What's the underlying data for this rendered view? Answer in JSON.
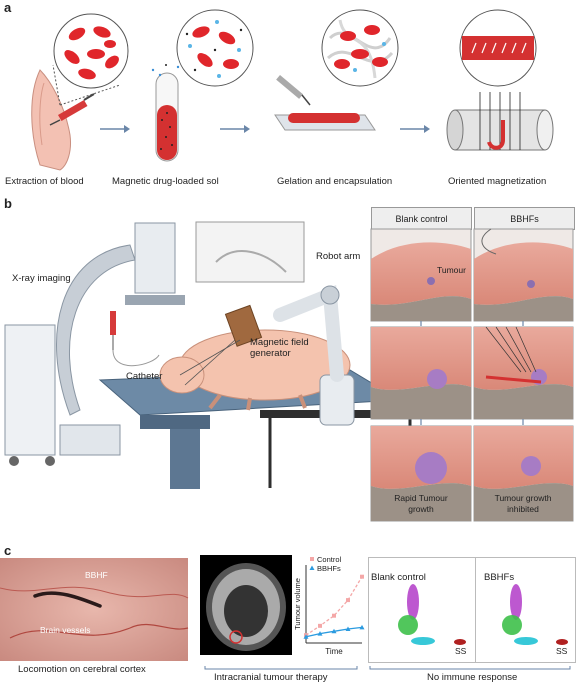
{
  "panel_a": {
    "letter": "a",
    "steps": [
      {
        "label": "Extraction of blood"
      },
      {
        "label": "Magnetic drug-loaded sol"
      },
      {
        "label": "Gelation and encapsulation"
      },
      {
        "label": "Oriented magnetization"
      }
    ]
  },
  "panel_b": {
    "letter": "b",
    "labels": {
      "xray": "X-ray imaging",
      "robot": "Robot arm",
      "magnetic": "Magnetic field\ngenerator",
      "catheter": "Catheter"
    },
    "columns": {
      "left": "Blank control",
      "right": "BBHFs"
    },
    "tumour_label": "Tumour",
    "outcomes": {
      "left": "Rapid Tumour\ngrowth",
      "right": "Tumour growth\ninhibited"
    }
  },
  "panel_c": {
    "letter": "c",
    "photo_labels": {
      "bbhf": "BBHF",
      "vessels": "Brain vessels"
    },
    "captions": {
      "photo": "Locomotion on cerebral cortex",
      "therapy": "Intracranial tumour therapy",
      "immune": "No immune response"
    },
    "flow_titles": {
      "left": "Blank control",
      "right": "BBHFs"
    },
    "flow_axis": "SS",
    "colors": {
      "control": "#f4a7a7",
      "bbhf": "#2b9be0",
      "green": "#3ec04a",
      "purple": "#b23bc8",
      "cyan": "#37c8d8",
      "red": "#b02020"
    }
  },
  "chart_data": {
    "type": "line",
    "xlabel": "Time",
    "ylabel": "Tumour volume",
    "x": [
      0,
      1,
      2,
      3,
      4
    ],
    "series": [
      {
        "name": "Control",
        "values": [
          0.1,
          0.22,
          0.35,
          0.55,
          0.85
        ]
      },
      {
        "name": "BBHFs",
        "values": [
          0.08,
          0.12,
          0.15,
          0.18,
          0.2
        ]
      }
    ],
    "ylim": [
      0,
      1
    ],
    "legend": "top-left"
  }
}
